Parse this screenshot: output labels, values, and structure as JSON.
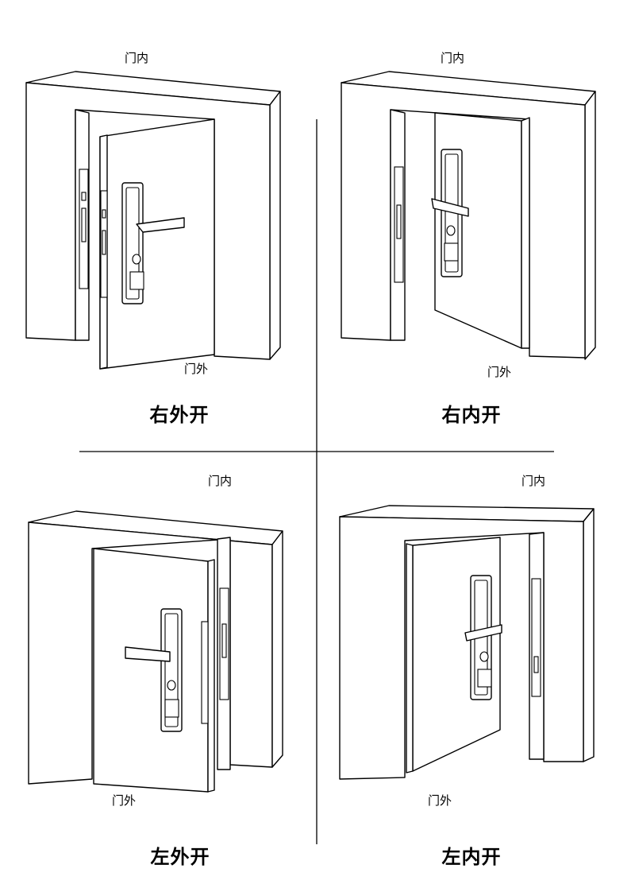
{
  "labels": {
    "inside": "门内",
    "outside": "门外"
  },
  "titles": {
    "right_out": "右外开",
    "right_in": "右内开",
    "left_out": "左外开",
    "left_in": "左内开"
  },
  "colors": {
    "line": "#000000",
    "background": "#ffffff"
  }
}
